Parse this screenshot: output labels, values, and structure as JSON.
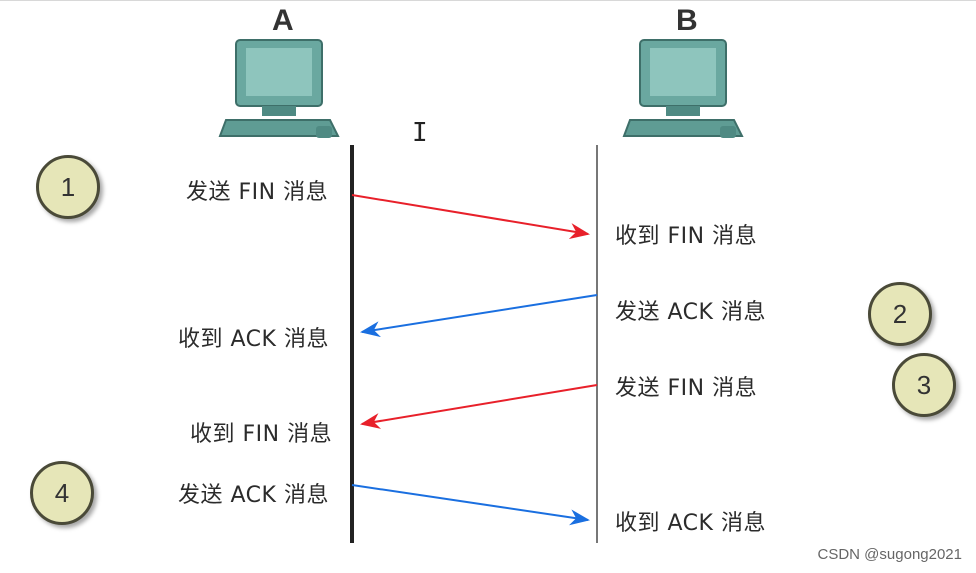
{
  "hosts": {
    "a": "A",
    "b": "B"
  },
  "steps": [
    "1",
    "2",
    "3",
    "4"
  ],
  "messages": {
    "a_send_fin": "发送 FIN 消息",
    "b_recv_fin": "收到 FIN 消息",
    "b_send_ack": "发送 ACK 消息",
    "a_recv_ack": "收到 ACK 消息",
    "b_send_fin": "发送 FIN 消息",
    "a_recv_fin": "收到 FIN 消息",
    "a_send_ack": "发送 ACK 消息",
    "b_recv_ack": "收到 ACK 消息"
  },
  "arrows": [
    {
      "from": "A",
      "to": "B",
      "type": "FIN",
      "color": "#e8202a"
    },
    {
      "from": "B",
      "to": "A",
      "type": "ACK",
      "color": "#1a6fe0"
    },
    {
      "from": "B",
      "to": "A",
      "type": "FIN",
      "color": "#e8202a"
    },
    {
      "from": "A",
      "to": "B",
      "type": "ACK",
      "color": "#1a6fe0"
    }
  ],
  "watermark": "CSDN @sugong2021",
  "colors": {
    "fin": "#e8202a",
    "ack": "#1a6fe0",
    "step_fill": "#e6e6b8",
    "computer": "#5f9c94"
  }
}
